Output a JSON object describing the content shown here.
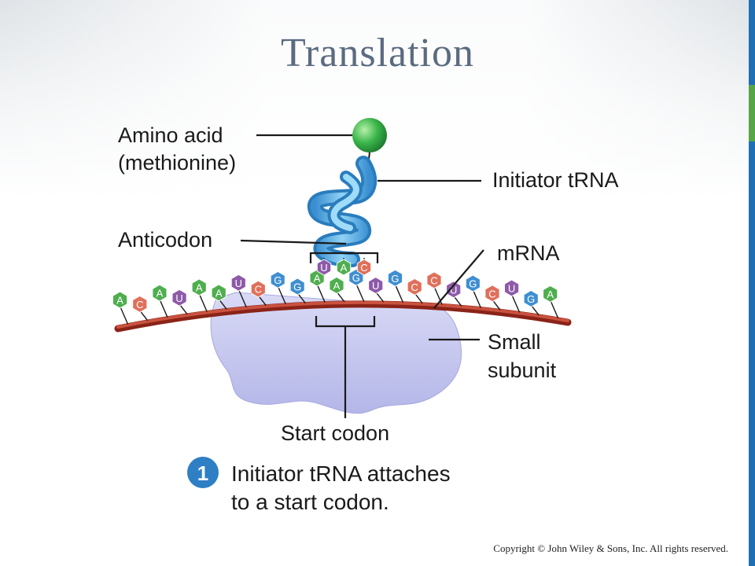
{
  "slide": {
    "title": "Translation",
    "copyright": "Copyright © John Wiley & Sons, Inc. All rights reserved."
  },
  "diagram": {
    "labels": {
      "amino_acid_line1": "Amino acid",
      "amino_acid_line2": "(methionine)",
      "initiator_trna": "Initiator tRNA",
      "anticodon": "Anticodon",
      "mrna": "mRNA",
      "small_subunit_line1": "Small",
      "small_subunit_line2": "subunit",
      "start_codon": "Start codon"
    },
    "step": {
      "number": "1",
      "text_line1": "Initiator tRNA attaches",
      "text_line2": "to a start codon."
    },
    "anticodon_bases": [
      "U",
      "A",
      "C"
    ],
    "mrna_bases": [
      "A",
      "C",
      "A",
      "U",
      "A",
      "A",
      "U",
      "C",
      "G",
      "G",
      "A",
      "A",
      "G",
      "U",
      "G",
      "C",
      "C",
      "U",
      "G",
      "C",
      "U",
      "G",
      "A"
    ],
    "colors": {
      "A": "#4fae4e",
      "C": "#e0705a",
      "G": "#3f8fd0",
      "U": "#8e5aa8",
      "amino_acid": "#39b54a",
      "trna": "#5fb6ea",
      "ribosome": "#c3c5ee",
      "mrna_backbone": "#b33a2e",
      "step_badge": "#2e7fc4"
    }
  }
}
